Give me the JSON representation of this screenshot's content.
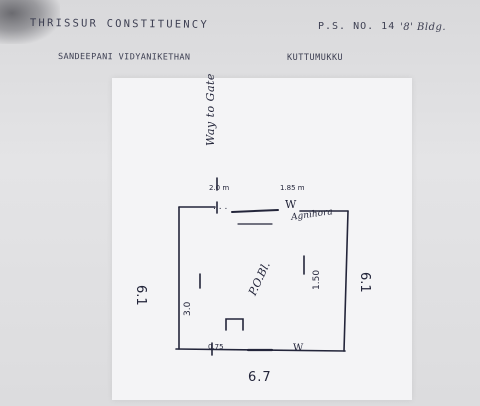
{
  "header": {
    "constituency_line": "THRISSUR CONSTITUENCY",
    "ps_no": "P.S. NO. 14",
    "booth": "'8' Bldg.",
    "school": "SANDEEPANI VIDYANIKETHAN",
    "place": "KUTTUMUKKU"
  },
  "sketch": {
    "vertical_note": "Way to Gate",
    "dim_left": "6.1",
    "dim_right": "6.1",
    "dim_bottom": "6.7",
    "top_left_mark": "2.0 m",
    "top_right_mark": "1.85 m",
    "top_w": "W",
    "top_text": "Agnihora",
    "top_dots": ". . .",
    "inner_label": "P.O.Bl.",
    "left_inner": "3.0",
    "right_inner": "1.50",
    "bottom_left": "0.75",
    "bottom_w": "W"
  },
  "colors": {
    "ink": "#23253a",
    "paper": "#f4f4f6",
    "background": "#dedee0"
  }
}
